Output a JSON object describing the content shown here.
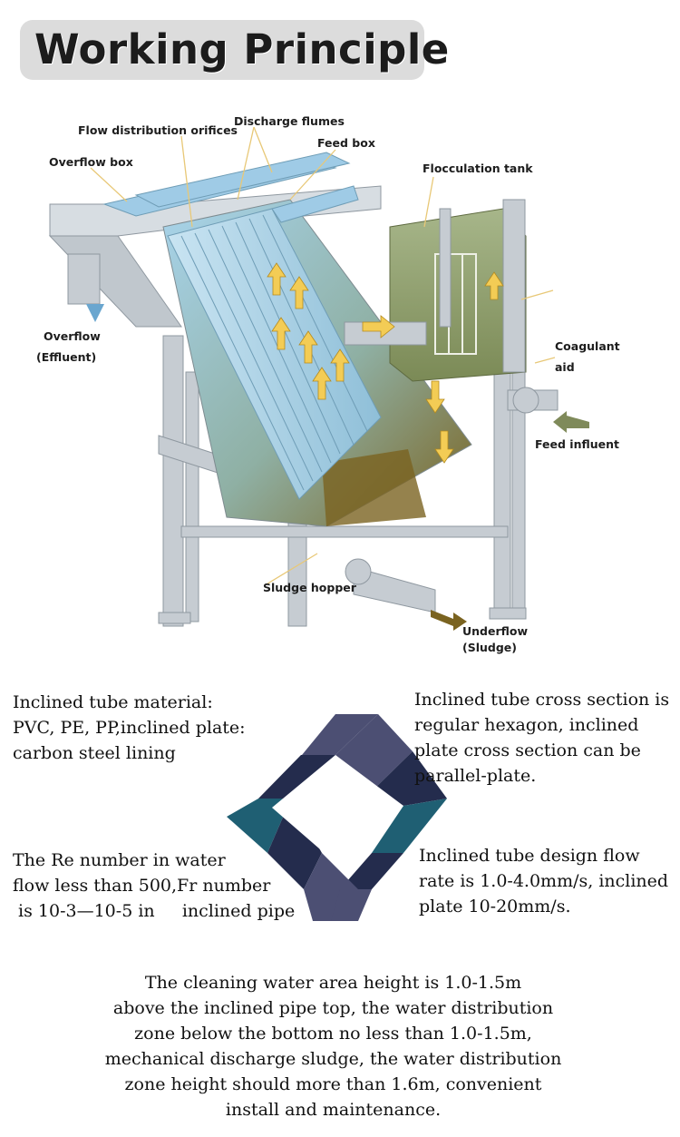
{
  "title": "Working Principle",
  "diagram_labels": {
    "flow_distribution_orifices": "Flow distribution orifices",
    "discharge_flumes": "Discharge flumes",
    "feed_box": "Feed box",
    "overflow_box": "Overflow box",
    "flocculation_tank": "Flocculation tank",
    "overflow_line1": "Overflow",
    "overflow_line2": "(Effluent)",
    "coagulant_line1": "Coagulant",
    "coagulant_line2": "aid",
    "feed_influent": "Feed influent",
    "sludge_hopper": "Sludge hopper",
    "underflow_line1": "Underflow",
    "underflow_line2": "(Sludge)"
  },
  "notes": {
    "top_left": [
      "Inclined tube material:",
      "PVC, PE, PP,inclined plate:",
      "carbon steel lining"
    ],
    "top_right": [
      "Inclined tube cross section is",
      "regular hexagon, inclined",
      "plate cross section can be",
      "parallel-plate."
    ],
    "bottom_left": [
      "The Re number in water",
      "flow less than 500,Fr number",
      " is 10-3—10-5 in     inclined pipe"
    ],
    "bottom_right": [
      "Inclined tube design flow",
      "rate is 1.0-4.0mm/s, inclined",
      "plate 10-20mm/s."
    ],
    "footer": [
      "The cleaning water area height is 1.0-1.5m",
      "above the inclined pipe top, the water distribution",
      "zone below the bottom no less than 1.0-1.5m,",
      "mechanical discharge sludge, the water distribution",
      "zone height should more than 1.6m, convenient",
      "install and maintenance."
    ]
  },
  "colors": {
    "diamond_teal": "#1f5f73",
    "diamond_navy": "#242c4d",
    "diamond_purple": "#4c4f73",
    "water_blue": "#a8d4ec",
    "sludge_brown": "#7a6320",
    "frame_gray": "#c6ccd2",
    "arrow_yellow": "#f3cc55"
  }
}
